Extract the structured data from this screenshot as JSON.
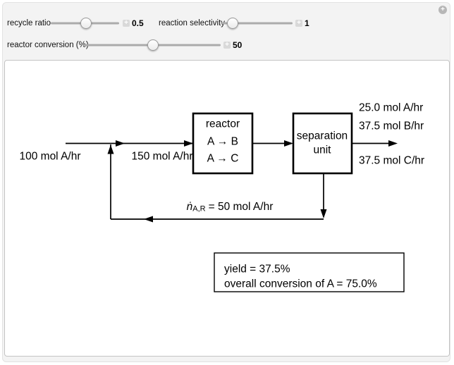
{
  "controls": {
    "expand_icon": "+",
    "stepper_icon": "+",
    "sliders": [
      {
        "label": "recycle ratio",
        "value": "0.5"
      },
      {
        "label": "reaction selectivity",
        "value": "1"
      },
      {
        "label": "reactor conversion (%)",
        "value": "50"
      }
    ]
  },
  "diagram": {
    "feed_label": "100 mol A/hr",
    "reactor_feed_label": "150 mol A/hr",
    "reactor": {
      "title": "reactor",
      "reaction1": "A → B",
      "reaction2": "A → C"
    },
    "separator": {
      "line1": "separation",
      "line2": "unit"
    },
    "outputs": [
      "25.0 mol A/hr",
      "37.5 mol B/hr",
      "37.5 mol C/hr"
    ],
    "recycle_label": {
      "symbol": "ṅ",
      "subscript": "A,R",
      "rest": "= 50 mol A/hr"
    },
    "results": {
      "yield": "yield = 37.5%",
      "conversion": "overall conversion of A = 75.0%"
    }
  },
  "colors": {
    "frame_bg": "#f3f3f3",
    "panel_bg": "#ffffff",
    "ink": "#000000",
    "slider_track": "#ababab"
  }
}
